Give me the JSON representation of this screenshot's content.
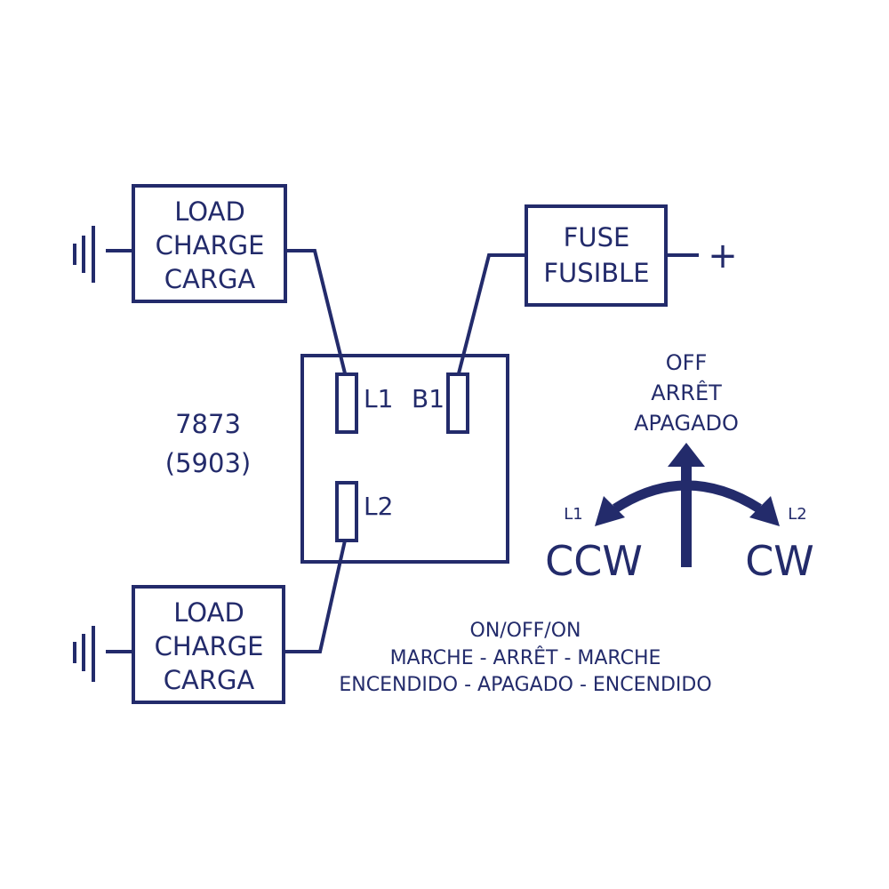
{
  "colors": {
    "ink": "#232b6b",
    "background": "#ffffff"
  },
  "load_top": {
    "lines": [
      "LOAD",
      "CHARGE",
      "CARGA"
    ],
    "ground_icon": "ground-symbol"
  },
  "load_bottom": {
    "lines": [
      "LOAD",
      "CHARGE",
      "CARGA"
    ],
    "ground_icon": "ground-symbol"
  },
  "fuse": {
    "lines": [
      "FUSE",
      "FUSIBLE"
    ],
    "supply_symbol": "+"
  },
  "switch": {
    "model": "7873",
    "model_alt": "(5903)",
    "terminals": {
      "l1": "L1",
      "b1": "B1",
      "l2": "L2"
    }
  },
  "positions": {
    "center_lines": [
      "OFF",
      "ARRÊT",
      "APAGADO"
    ],
    "left": {
      "terminal": "L1",
      "direction": "CCW"
    },
    "right": {
      "terminal": "L2",
      "direction": "CW"
    }
  },
  "caption": {
    "lines": [
      "ON/OFF/ON",
      "MARCHE - ARRÊT - MARCHE",
      "ENCENDIDO - APAGADO - ENCENDIDO"
    ]
  }
}
